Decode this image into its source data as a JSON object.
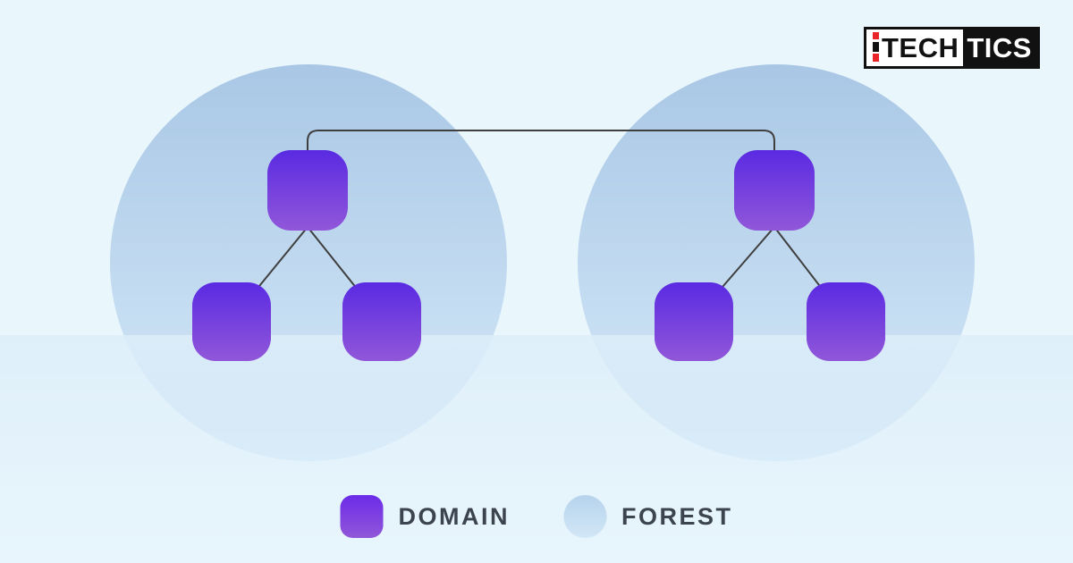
{
  "logo": {
    "brand": "iTECHTICS",
    "segment_black_on_white": "TECH",
    "segment_white_on_black": "TICS"
  },
  "legend": {
    "items": [
      {
        "label": "DOMAIN",
        "swatch": "purple-rounded-square"
      },
      {
        "label": "FOREST",
        "swatch": "light-blue-circle"
      }
    ]
  },
  "diagram": {
    "description": "Two forest circles, each containing one root domain node connected to two child domain nodes; the two root domains are joined by a trust connector line.",
    "forests": [
      {
        "id": "forest-1",
        "domain_count": 3,
        "structure": "root with two children"
      },
      {
        "id": "forest-2",
        "domain_count": 3,
        "structure": "root with two children"
      }
    ],
    "trust_link": "forest-1 root to forest-2 root"
  },
  "colors": {
    "background": "#e9f6fc",
    "forest-top": "#a9c7e5",
    "forest-bottom": "#d6eaf9",
    "domain-top": "#5a2ae2",
    "domain-bottom": "#9157d9",
    "line": "#3f3f3f",
    "legend-text": "#3c4450",
    "logo-red": "#e8262a",
    "logo-black": "#111111"
  }
}
